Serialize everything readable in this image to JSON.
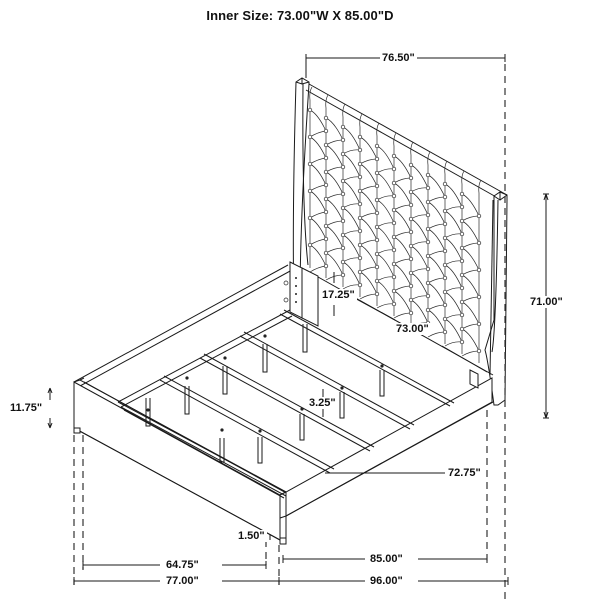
{
  "title": "Inner Size: 73.00\"W X 85.00\"D",
  "dimensions": {
    "headboard_width": "76.50\"",
    "headboard_height": "71.00\"",
    "bracket_height": "17.25\"",
    "inner_width": "73.00\"",
    "side_height": "11.75\"",
    "slat_support_height": "3.25\"",
    "rail_length": "72.75\"",
    "leg_height": "1.50\"",
    "inner_depth_bottom": "64.75\"",
    "inner_length": "85.00\"",
    "overall_width": "77.00\"",
    "overall_length": "96.00\""
  },
  "colors": {
    "line": "#1a1a1a",
    "background": "#ffffff"
  }
}
